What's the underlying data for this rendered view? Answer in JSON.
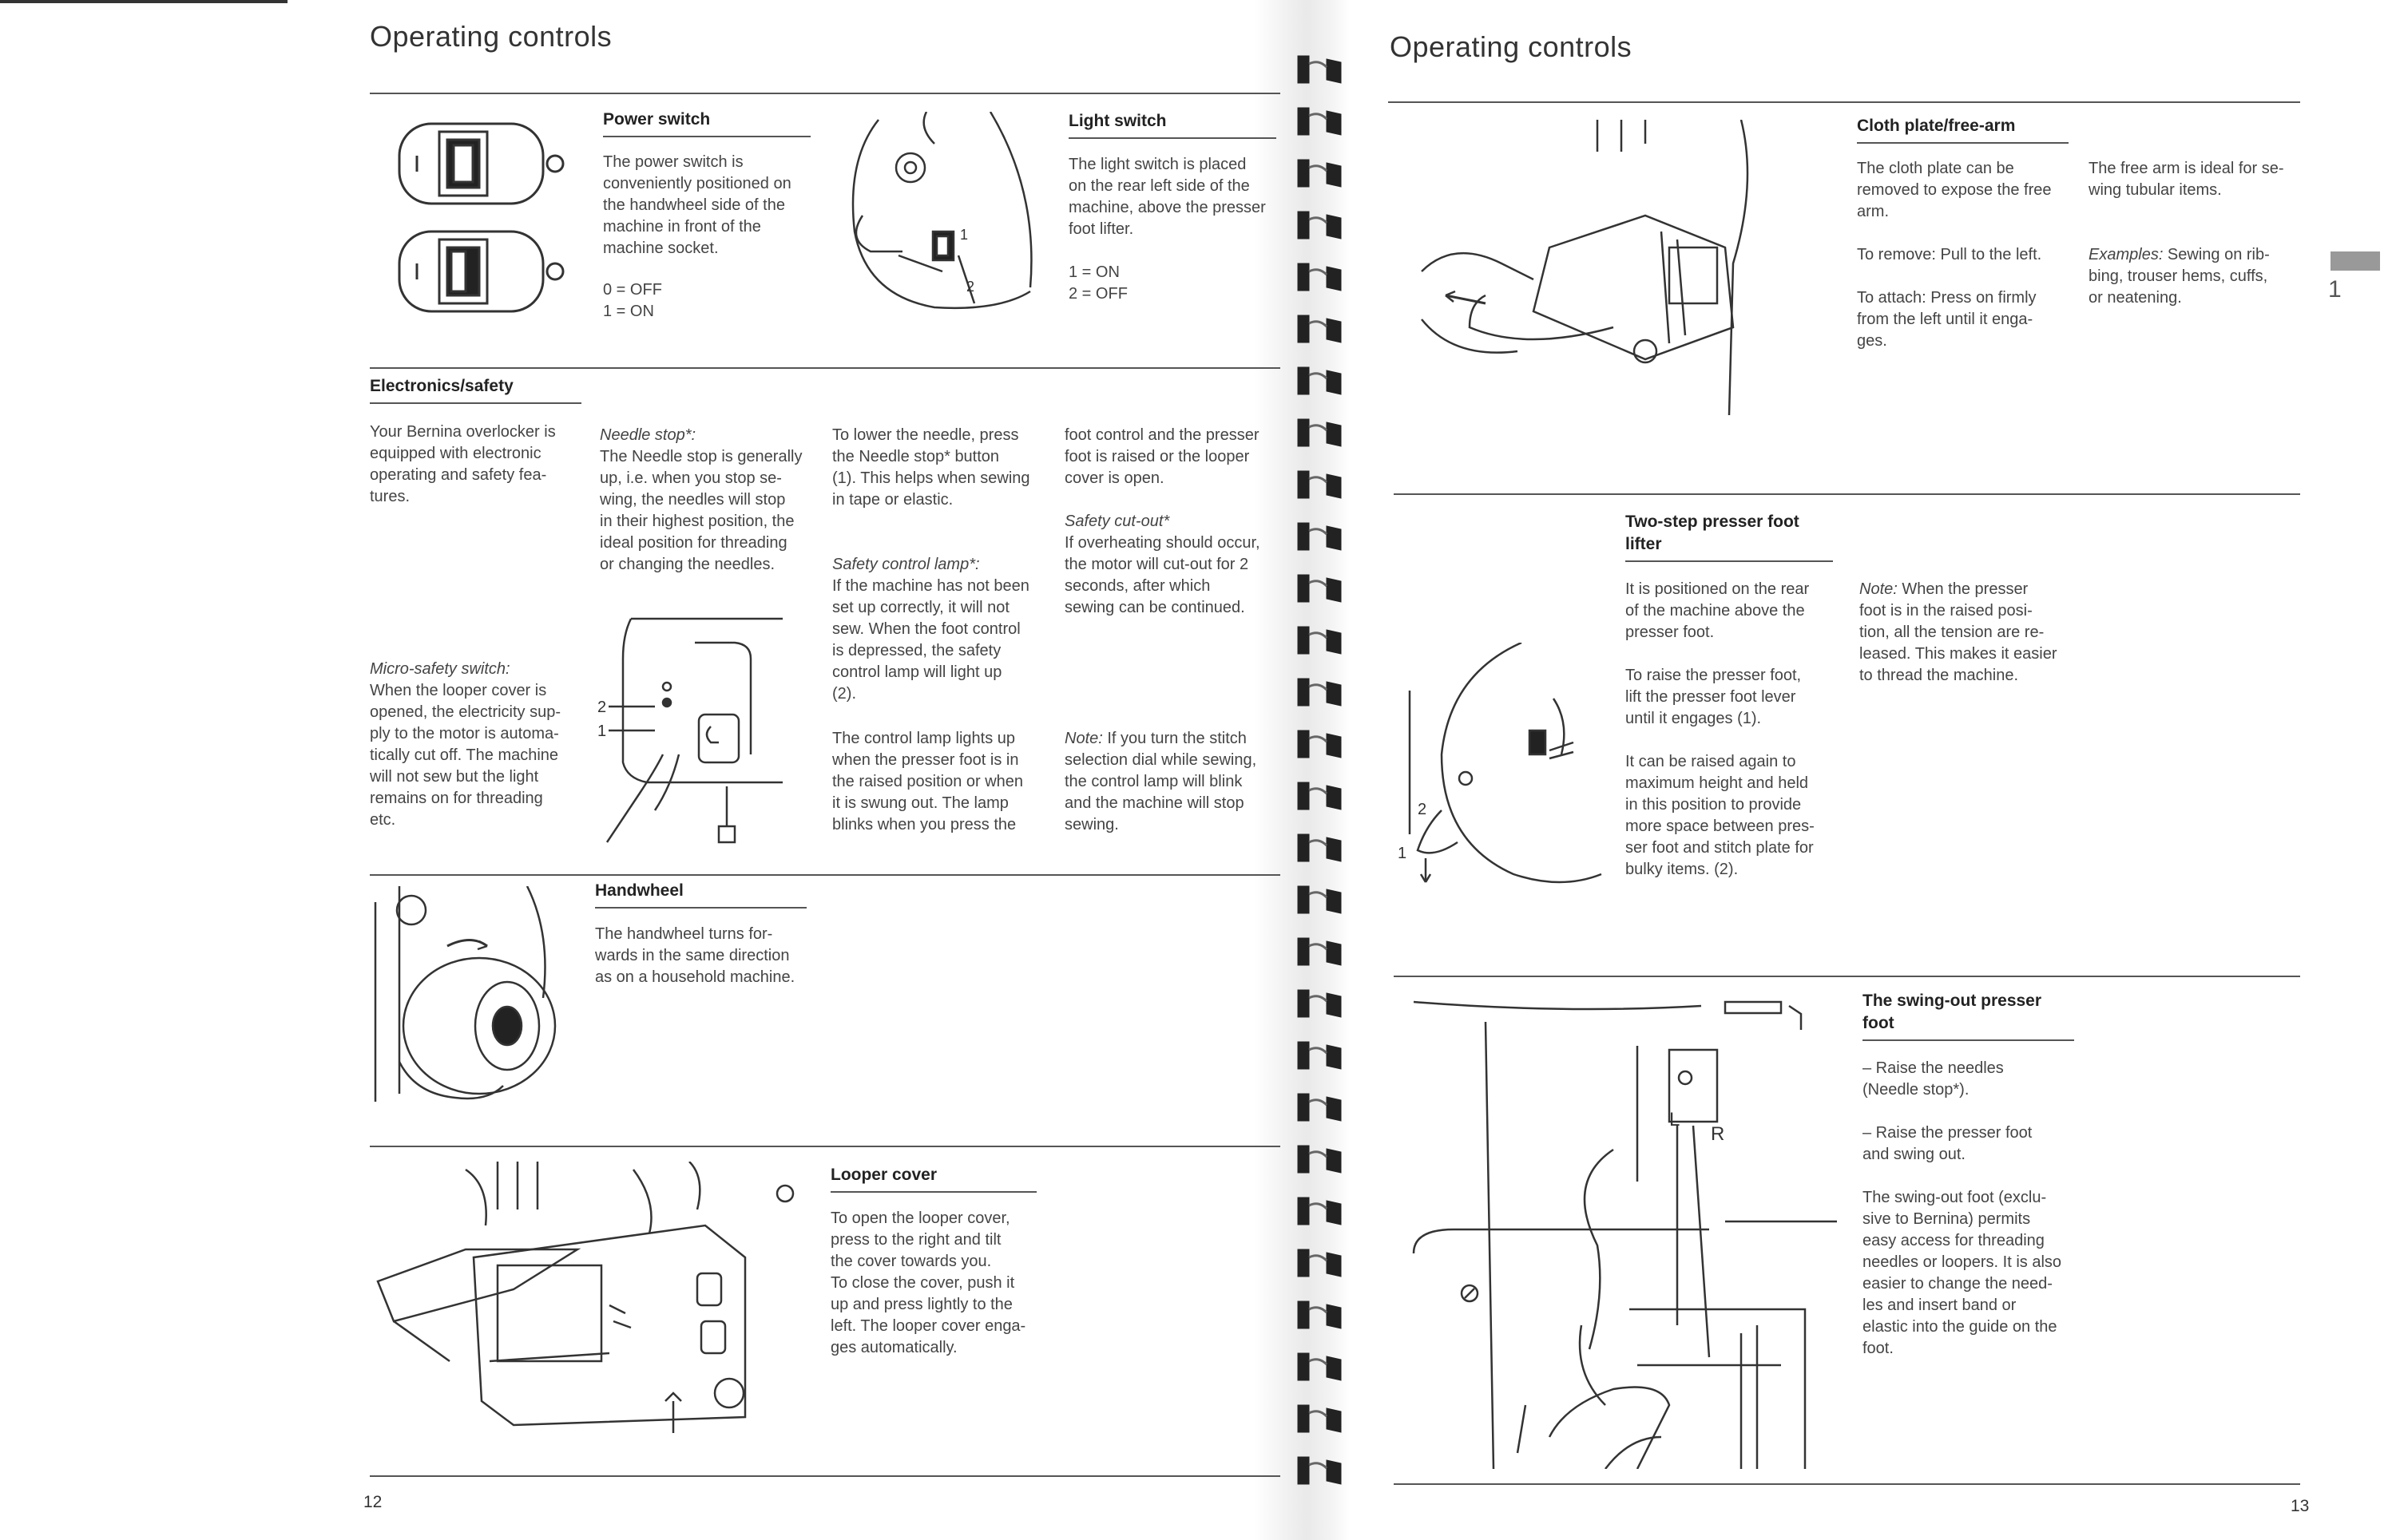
{
  "left_page": {
    "heading": "Operating controls",
    "page_number": "12",
    "power_switch": {
      "title": "Power switch",
      "text": "The power switch is\nconveniently positioned on\nthe handwheel side of the\nmachine in front of the\nmachine socket.",
      "states": "0 = OFF\n1 = ON",
      "fig_labels": [
        "I",
        "O",
        "I",
        "O"
      ]
    },
    "light_switch": {
      "title": "Light switch",
      "text": "The light switch is placed\non the rear left side of the\nmachine, above the presser\nfoot lifter.",
      "states": "1 = ON\n2 = OFF",
      "fig_labels": [
        "1",
        "2"
      ]
    },
    "electronics": {
      "title": "Electronics/safety",
      "intro": "Your Bernina overlocker is\nequipped with electronic\noperating and safety fea-\ntures.",
      "needle_stop_title": "Needle stop*:",
      "needle_stop_text": "The Needle stop is generally\nup, i.e. when you stop se-\nwing, the needles will stop\nin their highest position, the\nideal position for threading\nor changing the needles.",
      "lower_needle_text": "To lower the needle, press\nthe Needle stop* button\n(1). This helps when sewing\nin tape or elastic.",
      "foot_control_text": "foot control and the presser\nfoot is raised or the looper\ncover is open.",
      "safety_cutout_title": "Safety cut-out*",
      "safety_cutout_text": "If overheating should occur,\nthe motor will cut-out for 2\nseconds, after which\nsewing can be continued.",
      "lamp_title": "Safety control lamp*:",
      "lamp_text": "If the machine has not been\nset up correctly, it will not\nsew. When the foot control\nis depressed, the safety\ncontrol lamp will light up\n(2).",
      "lamp_text2": "The control lamp lights up\nwhen the presser foot is in\nthe raised position or when\nit is swung out. The lamp\nblinks when you press the",
      "micro_title": "Micro-safety switch:",
      "micro_text": "When the looper cover is\nopened, the electricity sup-\nply to the motor is automa-\ntically cut off. The machine\nwill not sew but the light\nremains on for threading\netc.",
      "note_label": "Note:",
      "note_text": " If you turn the stitch\nselection dial while sewing,\nthe control lamp will blink\nand the machine will stop\nsewing.",
      "fig_labels": [
        "2",
        "1"
      ]
    },
    "handwheel": {
      "title": "Handwheel",
      "text": "The handwheel turns for-\nwards in the same direction\nas on a household machine."
    },
    "looper_cover": {
      "title": "Looper cover",
      "text": "To open the looper cover,\npress to the right and tilt\nthe cover towards you.\nTo close the cover, push it\nup and press lightly to the\nleft. The looper cover enga-\nges automatically."
    }
  },
  "right_page": {
    "heading": "Operating controls",
    "page_number": "13",
    "thumb_tab": "1",
    "cloth_plate": {
      "title": "Cloth plate/free-arm",
      "text": "The cloth plate can be\nremoved to expose the free\narm.",
      "remove_text": "To remove: Pull to the left.",
      "attach_text": "To attach: Press on firmly\nfrom the left until it enga-\nges.",
      "free_arm_text": "The free arm is ideal for se-\nwing tubular items.",
      "examples_label": "Examples:",
      "examples_text": " Sewing on rib-\nbing, trouser hems, cuffs,\nor neatening."
    },
    "presser_lifter": {
      "title": "Two-step presser foot\nlifter",
      "text1": "It is positioned on the rear\nof the machine above the\npresser foot.",
      "text2": "To raise the presser foot,\nlift the presser foot lever\nuntil it engages (1).",
      "text3": "It can be raised again to\nmaximum height and held\nin this position to provide\nmore space between pres-\nser foot and stitch plate for\nbulky items. (2).",
      "note_label": "Note:",
      "note_text": " When the presser\nfoot is in the raised posi-\ntion, all the tension are re-\nleased. This makes it easier\nto thread the machine.",
      "fig_labels": [
        "2",
        "1"
      ]
    },
    "swing_foot": {
      "title": "The swing-out presser\nfoot",
      "step1": "–  Raise the needles\n    (Needle stop*).",
      "step2": "–  Raise the presser foot\n    and swing out.",
      "text": "The swing-out foot (exclu-\nsive to Bernina) permits\neasy access for threading\nneedles or loopers. It is also\neasier to change the need-\nles and insert band or\nelastic into the guide on the\nfoot.",
      "fig_labels": [
        "L",
        "R"
      ]
    }
  }
}
